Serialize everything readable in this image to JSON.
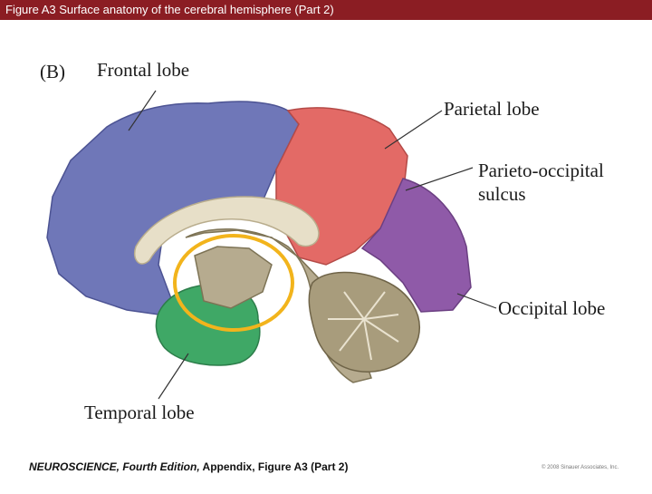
{
  "header": {
    "title": "Figure A3  Surface anatomy of the cerebral hemisphere (Part 2)"
  },
  "diagram": {
    "panel_label": "(B)",
    "labels": {
      "frontal": "Frontal lobe",
      "parietal": "Parietal lobe",
      "parieto_occipital_line1": "Parieto-occipital",
      "parieto_occipital_line2": "sulcus",
      "occipital": "Occipital lobe",
      "temporal": "Temporal lobe"
    },
    "colors": {
      "frontal": "#6f77b8",
      "parietal": "#e36a66",
      "occipital": "#8f5aa8",
      "temporal": "#3fa866",
      "brainstem": "#b6ab8f",
      "cerebellum": "#a89c7c",
      "corpus_callosum": "#e7dfc8",
      "highlight_ring": "#f2b41c",
      "header_bg": "#8b1d23"
    }
  },
  "footer": {
    "book": "NEUROSCIENCE, Fourth Edition,",
    "ref": " Appendix, Figure A3 (Part 2)",
    "copyright": "© 2008 Sinauer Associates, Inc."
  }
}
